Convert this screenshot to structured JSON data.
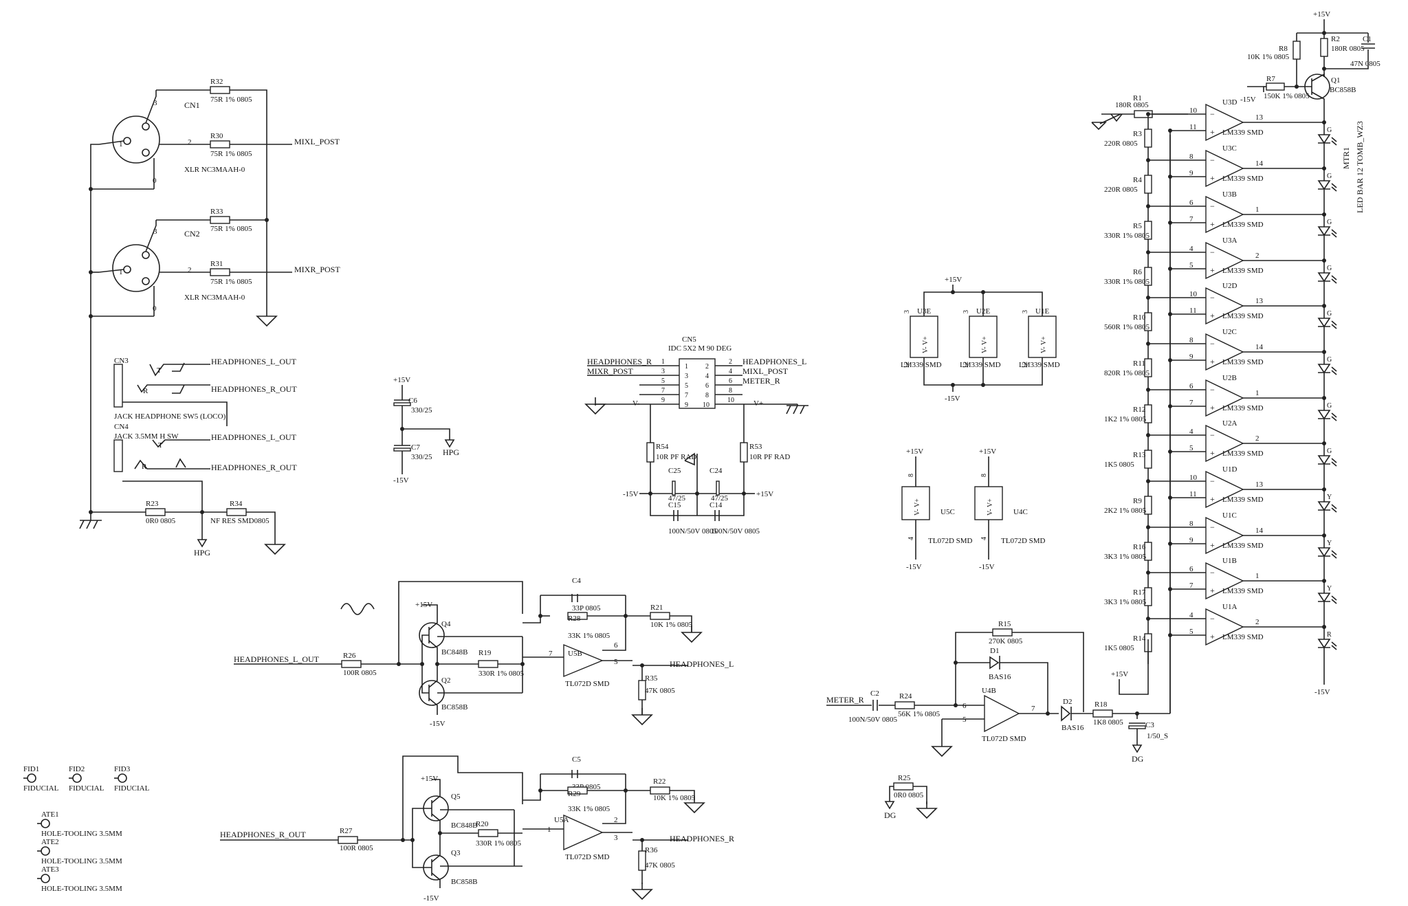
{
  "rails": {
    "pos": "+15V",
    "neg": "-15V",
    "vplus": "V+",
    "vminus": "V-",
    "dg": "DG",
    "hpg": "HPG"
  },
  "connectors": {
    "cn1": {
      "ref": "CN1",
      "value": "XLR NC3MAAH-0",
      "pins": [
        "1",
        "2",
        "3",
        "0"
      ]
    },
    "cn2": {
      "ref": "CN2",
      "value": "XLR NC3MAAH-0",
      "pins": [
        "1",
        "2",
        "3",
        "0"
      ]
    },
    "cn3": {
      "ref": "CN3",
      "value": "JACK HEADPHONE SW5 (LOCO)",
      "t": "T",
      "r": "R"
    },
    "cn4": {
      "ref": "CN4",
      "value": "JACK 3.5MM H SW",
      "t": "T",
      "r": "R"
    },
    "cn5": {
      "ref": "CN5",
      "value": "IDC 5X2 M 90 DEG",
      "left_pins": [
        "1",
        "3",
        "5",
        "7",
        "9"
      ],
      "right_pins": [
        "2",
        "4",
        "6",
        "8",
        "10"
      ],
      "inner_left": [
        "1",
        "3",
        "5",
        "7",
        "9"
      ],
      "inner_right": [
        "2",
        "4",
        "6",
        "8",
        "10"
      ]
    }
  },
  "nets": {
    "mixl_post": "MIXL_POST",
    "mixr_post": "MIXR_POST",
    "hp_l_out": "HEADPHONES_L_OUT",
    "hp_r_out": "HEADPHONES_R_OUT",
    "hp_l": "HEADPHONES_L",
    "hp_r": "HEADPHONES_R",
    "meter_r": "METER_R"
  },
  "resistors": {
    "r32": {
      "ref": "R32",
      "value": "75R 1% 0805"
    },
    "r30": {
      "ref": "R30",
      "value": "75R 1% 0805"
    },
    "r33": {
      "ref": "R33",
      "value": "75R 1% 0805"
    },
    "r31": {
      "ref": "R31",
      "value": "75R 1% 0805"
    },
    "r23": {
      "ref": "R23",
      "value": "0R0 0805"
    },
    "r34": {
      "ref": "R34",
      "value": "NF RES SMD0805"
    },
    "r54": {
      "ref": "R54",
      "value": "10R PF RAD"
    },
    "r53": {
      "ref": "R53",
      "value": "10R PF RAD"
    },
    "r26": {
      "ref": "R26",
      "value": "100R 0805"
    },
    "r19": {
      "ref": "R19",
      "value": "330R 1% 0805"
    },
    "r28": {
      "ref": "R28",
      "value": "33K 1% 0805"
    },
    "r21": {
      "ref": "R21",
      "value": "10K 1% 0805"
    },
    "r35": {
      "ref": "R35",
      "value": "47K 0805"
    },
    "r27": {
      "ref": "R27",
      "value": "100R 0805"
    },
    "r20": {
      "ref": "R20",
      "value": "330R 1% 0805"
    },
    "r29": {
      "ref": "R29",
      "value": "33K 1% 0805"
    },
    "r22": {
      "ref": "R22",
      "value": "10K 1% 0805"
    },
    "r36": {
      "ref": "R36",
      "value": "47K 0805"
    },
    "r15": {
      "ref": "R15",
      "value": "270K 0805"
    },
    "r24": {
      "ref": "R24",
      "value": "56K 1% 0805"
    },
    "r18": {
      "ref": "R18",
      "value": "1K8 0805"
    },
    "r25": {
      "ref": "R25",
      "value": "0R0 0805"
    },
    "r8": {
      "ref": "R8",
      "value": "10K 1% 0805"
    },
    "r2": {
      "ref": "R2",
      "value": "180R 0805"
    },
    "r7": {
      "ref": "R7",
      "value": "150K 1% 0805"
    },
    "r1": {
      "ref": "R1",
      "value": "180R 0805"
    }
  },
  "ladder": [
    {
      "ref": "R3",
      "value": "220R 0805"
    },
    {
      "ref": "R4",
      "value": "220R 0805"
    },
    {
      "ref": "R5",
      "value": "330R 1% 0805"
    },
    {
      "ref": "R6",
      "value": "330R 1% 0805"
    },
    {
      "ref": "R10",
      "value": "560R 1% 0805"
    },
    {
      "ref": "R11",
      "value": "820R 1% 0805"
    },
    {
      "ref": "R12",
      "value": "1K2 1% 0805"
    },
    {
      "ref": "R13",
      "value": "1K5 0805"
    },
    {
      "ref": "R9",
      "value": "2K2 1% 0805"
    },
    {
      "ref": "R16",
      "value": "3K3 1% 0805"
    },
    {
      "ref": "R17",
      "value": "3K3 1% 0805"
    },
    {
      "ref": "R14",
      "value": "1K5 0805"
    }
  ],
  "comparators": [
    {
      "ref": "U3D",
      "value": "LM339 SMD",
      "in_minus": "10",
      "in_plus": "11",
      "out": "13",
      "led": "G"
    },
    {
      "ref": "U3C",
      "value": "LM339 SMD",
      "in_minus": "8",
      "in_plus": "9",
      "out": "14",
      "led": "G"
    },
    {
      "ref": "U3B",
      "value": "LM339 SMD",
      "in_minus": "6",
      "in_plus": "7",
      "out": "1",
      "led": "G"
    },
    {
      "ref": "U3A",
      "value": "LM339 SMD",
      "in_minus": "4",
      "in_plus": "5",
      "out": "2",
      "led": "G"
    },
    {
      "ref": "U2D",
      "value": "LM339 SMD",
      "in_minus": "10",
      "in_plus": "11",
      "out": "13",
      "led": "G"
    },
    {
      "ref": "U2C",
      "value": "LM339 SMD",
      "in_minus": "8",
      "in_plus": "9",
      "out": "14",
      "led": "G"
    },
    {
      "ref": "U2B",
      "value": "LM339 SMD",
      "in_minus": "6",
      "in_plus": "7",
      "out": "1",
      "led": "G"
    },
    {
      "ref": "U2A",
      "value": "LM339 SMD",
      "in_minus": "4",
      "in_plus": "5",
      "out": "2",
      "led": "G"
    },
    {
      "ref": "U1D",
      "value": "LM339 SMD",
      "in_minus": "10",
      "in_plus": "11",
      "out": "13",
      "led": "Y"
    },
    {
      "ref": "U1C",
      "value": "LM339 SMD",
      "in_minus": "8",
      "in_plus": "9",
      "out": "14",
      "led": "Y"
    },
    {
      "ref": "U1B",
      "value": "LM339 SMD",
      "in_minus": "6",
      "in_plus": "7",
      "out": "1",
      "led": "Y"
    },
    {
      "ref": "U1A",
      "value": "LM339 SMD",
      "in_minus": "4",
      "in_plus": "5",
      "out": "2",
      "led": "R"
    }
  ],
  "meter_bar": {
    "ref": "MTR1",
    "value": "LED BAR 12 TOMB_WZ3"
  },
  "power_units": [
    {
      "ref": "U3E",
      "value": "LM339 SMD",
      "pin_top": "3",
      "pin_bottom": "12"
    },
    {
      "ref": "U2E",
      "value": "LM339 SMD",
      "pin_top": "3",
      "pin_bottom": "12"
    },
    {
      "ref": "U1E",
      "value": "LM339 SMD",
      "pin_top": "3",
      "pin_bottom": "12"
    },
    {
      "ref": "U5C",
      "value": "TL072D SMD",
      "pin_top": "8",
      "pin_bottom": "4"
    },
    {
      "ref": "U4C",
      "value": "TL072D SMD",
      "pin_top": "8",
      "pin_bottom": "4"
    }
  ],
  "capacitors": {
    "c6": {
      "ref": "C6",
      "value": "330/25"
    },
    "c7": {
      "ref": "C7",
      "value": "330/25"
    },
    "c25": {
      "ref": "C25",
      "value": "47/25"
    },
    "c24": {
      "ref": "C24",
      "value": "47/25"
    },
    "c15": {
      "ref": "C15",
      "value": "100N/50V 0805"
    },
    "c14": {
      "ref": "C14",
      "value": "100N/50V 0805"
    },
    "c4": {
      "ref": "C4",
      "value": "33P 0805"
    },
    "c5": {
      "ref": "C5",
      "value": "33P 0805"
    },
    "c2": {
      "ref": "C2",
      "value": "100N/50V 0805"
    },
    "c3": {
      "ref": "C3",
      "value": "1/50_S"
    },
    "c1": {
      "ref": "C1",
      "value": "47N 0805"
    }
  },
  "transistors": {
    "q4": {
      "ref": "Q4",
      "value": "BC848B"
    },
    "q2": {
      "ref": "Q2",
      "value": "BC858B"
    },
    "q5": {
      "ref": "Q5",
      "value": "BC848B"
    },
    "q3": {
      "ref": "Q3",
      "value": "BC858B"
    },
    "q1": {
      "ref": "Q1",
      "value": "BC858B"
    }
  },
  "opamps": {
    "u5b": {
      "ref": "U5B",
      "value": "TL072D SMD",
      "pin_minus": "6",
      "pin_plus": "5",
      "pin_out": "7"
    },
    "u5a": {
      "ref": "U5A",
      "value": "TL072D SMD",
      "pin_minus": "2",
      "pin_plus": "3",
      "pin_out": "1"
    },
    "u4b": {
      "ref": "U4B",
      "value": "TL072D SMD",
      "pin_minus": "6",
      "pin_plus": "5",
      "pin_out": "7"
    }
  },
  "diodes": {
    "d1": {
      "ref": "D1",
      "value": "BAS16"
    },
    "d2": {
      "ref": "D2",
      "value": "BAS16"
    }
  },
  "fiducials": [
    {
      "ref": "FID1",
      "value": "FIDUCIAL"
    },
    {
      "ref": "FID2",
      "value": "FIDUCIAL"
    },
    {
      "ref": "FID3",
      "value": "FIDUCIAL"
    }
  ],
  "holes": [
    {
      "ref": "ATE1",
      "value": "HOLE-TOOLING 3.5MM"
    },
    {
      "ref": "ATE2",
      "value": "HOLE-TOOLING 3.5MM"
    },
    {
      "ref": "ATE3",
      "value": "HOLE-TOOLING 3.5MM"
    }
  ]
}
